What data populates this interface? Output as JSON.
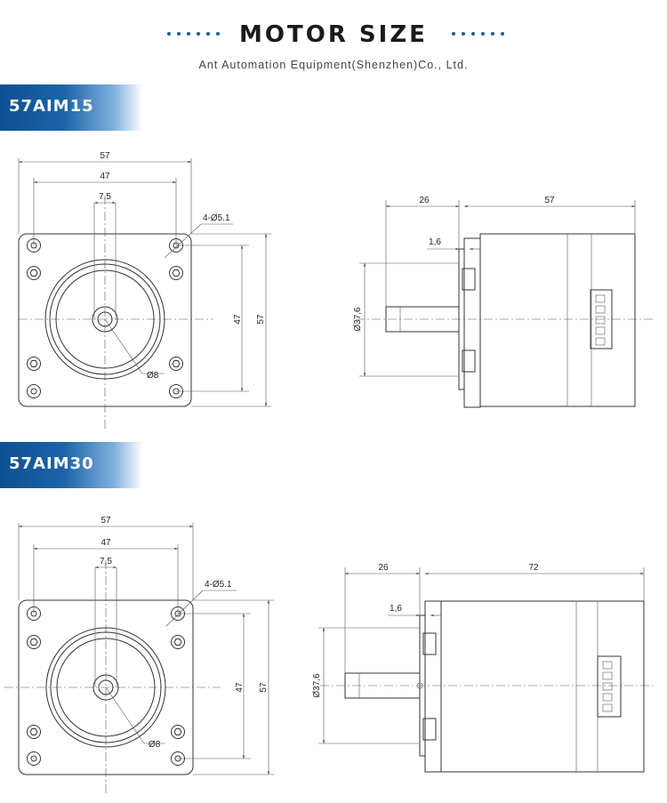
{
  "header": {
    "title": "MOTOR SIZE",
    "subtitle": "Ant Automation Equipment(Shenzhen)Co., Ltd."
  },
  "sections": [
    {
      "label": "57AIM15",
      "front": {
        "width": "57",
        "hole_spacing": "47",
        "shaft_flat": "7.5",
        "holes": "4-Ø5.1",
        "side_47": "47",
        "side_57": "57",
        "shaft": "Ø8"
      },
      "side": {
        "shaft_length": "26",
        "body_length": "57",
        "flange": "1,6",
        "pilot": "Ø37,6"
      }
    },
    {
      "label": "57AIM30",
      "front": {
        "width": "57",
        "hole_spacing": "47",
        "shaft_flat": "7,5",
        "holes": "4-Ø5.1",
        "side_47": "47",
        "side_57": "57",
        "shaft": "Ø8"
      },
      "side": {
        "shaft_length": "26",
        "body_length": "72",
        "flange": "1,6",
        "pilot": "Ø37,6"
      }
    }
  ],
  "colors": {
    "accent": "#1b64a8",
    "line": "#333333"
  }
}
